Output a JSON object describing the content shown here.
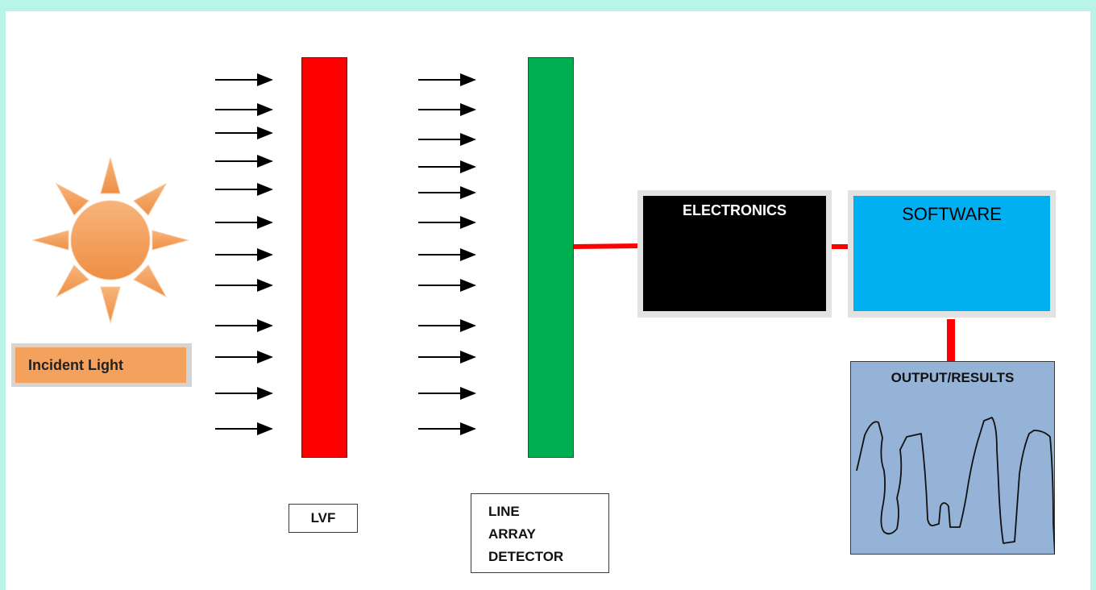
{
  "labels": {
    "incident_light": "Incident Light",
    "lvf": "LVF",
    "detector_lines": [
      "LINE",
      "ARRAY",
      "DETECTOR"
    ],
    "electronics": "ELECTRONICS",
    "software": "SOFTWARE",
    "output": "OUTPUT/RESULTS"
  },
  "colors": {
    "page_border": "#b8f5e8",
    "sun": "#f4a15d",
    "incident_label_fill": "#f4a15d",
    "lvf": "#ff0000",
    "detector": "#00b050",
    "electronics": "#000000",
    "software": "#00b0f0",
    "output": "#95b3d7",
    "connector": "#ff0000",
    "arrow": "#000000"
  },
  "icons": {
    "sun": "sun-icon",
    "arrows": "right-arrow-icon"
  }
}
